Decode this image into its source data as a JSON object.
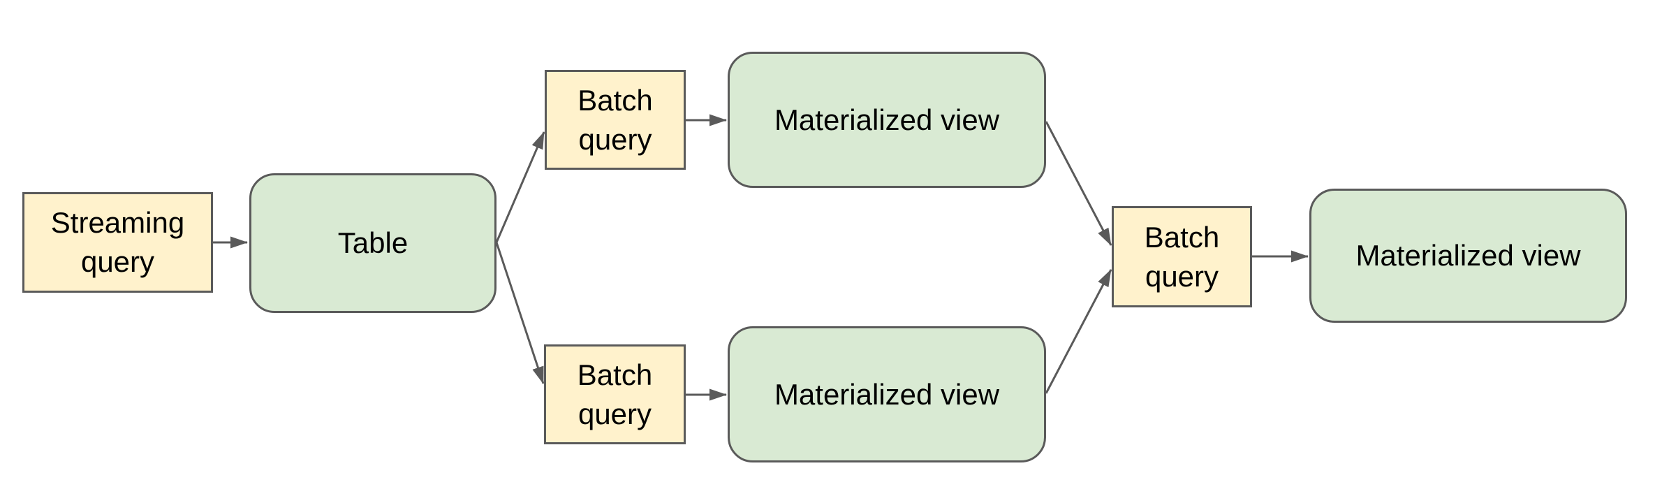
{
  "diagram": {
    "type": "flowchart",
    "nodes": [
      {
        "id": "streaming-query",
        "label": "Streaming query",
        "kind": "query"
      },
      {
        "id": "table",
        "label": "Table",
        "kind": "view"
      },
      {
        "id": "batch-query-top",
        "label": "Batch query",
        "kind": "query"
      },
      {
        "id": "materialized-view-top",
        "label": "Materialized view",
        "kind": "view"
      },
      {
        "id": "batch-query-bottom",
        "label": "Batch query",
        "kind": "query"
      },
      {
        "id": "materialized-view-bottom",
        "label": "Materialized view",
        "kind": "view"
      },
      {
        "id": "batch-query-right",
        "label": "Batch query",
        "kind": "query"
      },
      {
        "id": "materialized-view-right",
        "label": "Materialized view",
        "kind": "view"
      }
    ],
    "edges": [
      {
        "from": "streaming-query",
        "to": "table"
      },
      {
        "from": "table",
        "to": "batch-query-top"
      },
      {
        "from": "batch-query-top",
        "to": "materialized-view-top"
      },
      {
        "from": "table",
        "to": "batch-query-bottom"
      },
      {
        "from": "batch-query-bottom",
        "to": "materialized-view-bottom"
      },
      {
        "from": "materialized-view-top",
        "to": "batch-query-right"
      },
      {
        "from": "materialized-view-bottom",
        "to": "batch-query-right"
      },
      {
        "from": "batch-query-right",
        "to": "materialized-view-right"
      }
    ],
    "colors": {
      "query_fill": "#fff2cc",
      "view_fill": "#d9ead3",
      "stroke": "#5a5a5a",
      "text": "#000000",
      "background": "#ffffff"
    }
  }
}
